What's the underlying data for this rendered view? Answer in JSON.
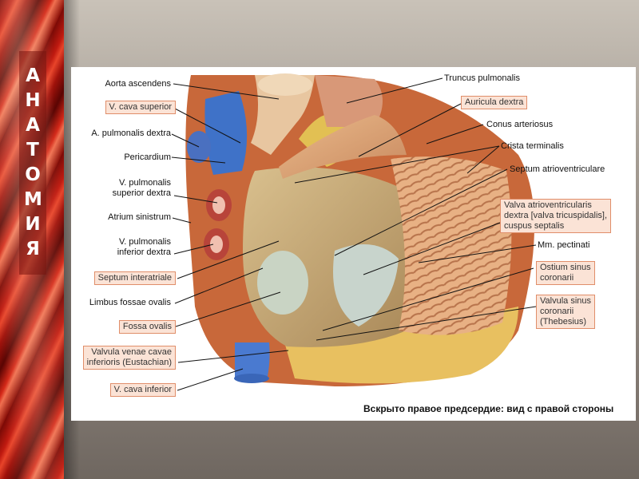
{
  "side_title": "АНАТОМИЯ",
  "caption": "Вскрыто правое предсердие: вид с правой стороны",
  "labels_left": {
    "aorta_ascendens": "Aorta ascendens",
    "v_cava_superior": "V. cava superior",
    "a_pulmonalis_dextra": "A. pulmonalis dextra",
    "pericardium": "Pericardium",
    "v_pulm_sup_1": "V. pulmonalis",
    "v_pulm_sup_2": "superior dextra",
    "atrium_sinistrum": "Atrium sinistrum",
    "v_pulm_inf_1": "V. pulmonalis",
    "v_pulm_inf_2": "inferior dextra",
    "septum_interatriale": "Septum interatriale",
    "limbus_fossae_ovalis": "Limbus fossae ovalis",
    "fossa_ovalis": "Fossa ovalis",
    "valvula_vci_1": "Valvula venae cavae",
    "valvula_vci_2": "inferioris (Eustachian)",
    "v_cava_inferior": "V. cava inferior"
  },
  "labels_right": {
    "truncus_pulmonalis": "Truncus pulmonalis",
    "auricula_dextra": "Auricula dextra",
    "conus_arteriosus": "Conus arteriosus",
    "crista_terminalis": "Crista terminalis",
    "septum_atrioventriculare": "Septum atrioventriculare",
    "valva_av_1": "Valva atrioventricularis",
    "valva_av_2": "dextra [valva tricuspidalis],",
    "valva_av_3": "cuspus septalis",
    "mm_pectinati": "Mm. pectinati",
    "ostium_sinus_1": "Ostium sinus",
    "ostium_sinus_2": "coronarii",
    "valvula_sinus_1": "Valvula sinus",
    "valvula_sinus_2": "coronarii",
    "valvula_sinus_3": "(Thebesius)"
  },
  "colors": {
    "label_box_bg": "#fbe3d6",
    "label_box_border": "#e08e6a",
    "title_text": "#ffffff"
  }
}
